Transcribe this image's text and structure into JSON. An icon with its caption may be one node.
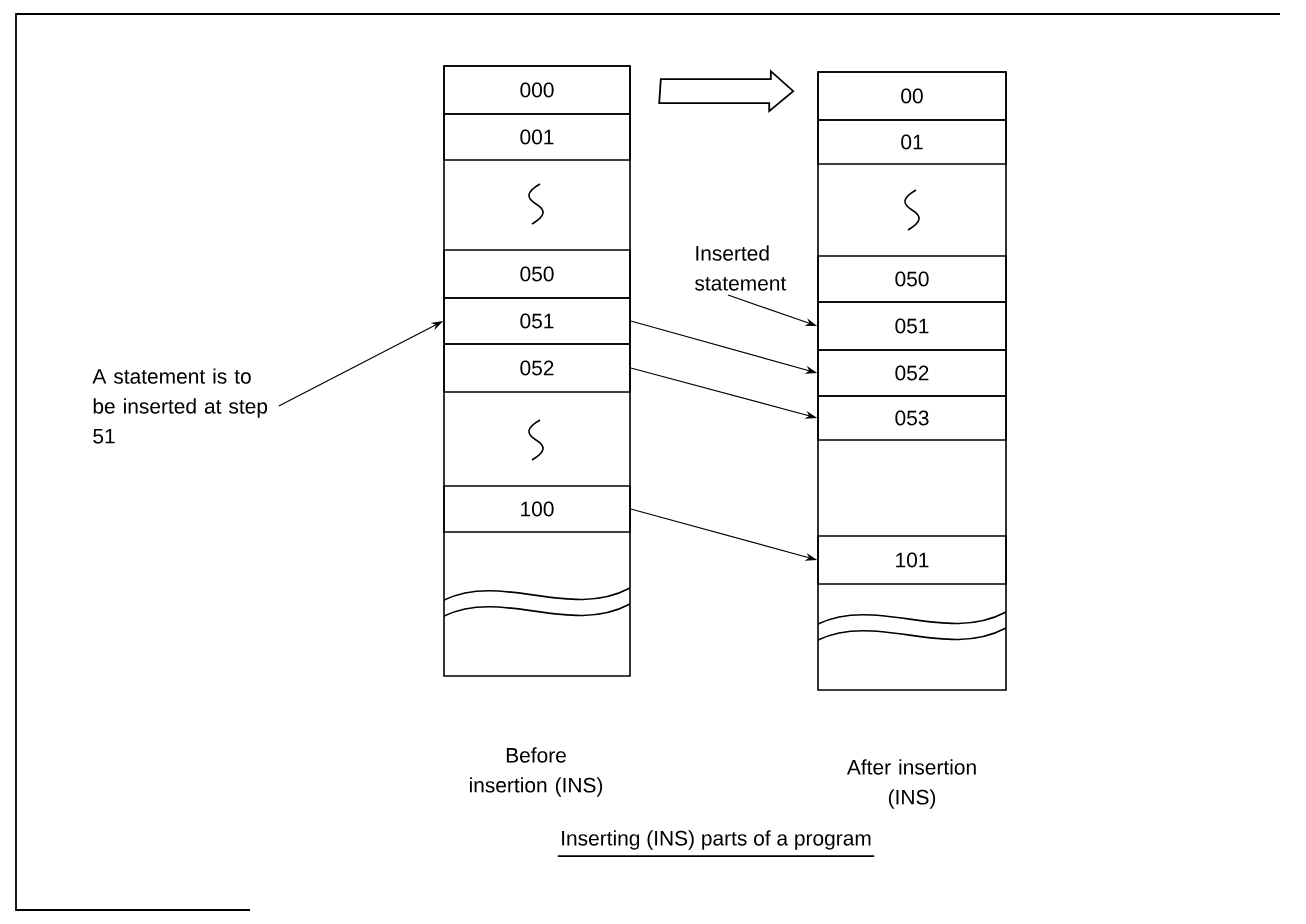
{
  "diagram": {
    "caption": "Inserting (INS) parts of a program",
    "nodes": [
      {
        "text": [],
        "shape": "box",
        "beside": [
          "Before insertion (INS)"
        ]
      },
      {
        "text": [
          "000"
        ],
        "in": 0
      },
      {
        "text": [
          "001"
        ],
        "in": 0
      },
      {
        "text": [
          "050"
        ],
        "in": 0
      },
      {
        "text": [
          "051"
        ],
        "in": 0
      },
      {
        "text": [
          "052"
        ],
        "in": 0
      },
      {
        "text": [
          "100"
        ],
        "in": 0
      },
      {
        "text": [],
        "shape": "box",
        "beside": [
          "After insertion (INS)"
        ]
      },
      {
        "text": [
          "00"
        ],
        "in": 7
      },
      {
        "text": [
          "01"
        ],
        "in": 7
      },
      {
        "text": [
          "050"
        ],
        "in": 7
      },
      {
        "text": [
          "051"
        ],
        "in": 7
      },
      {
        "text": [
          "052"
        ],
        "in": 7
      },
      {
        "text": [
          "053"
        ],
        "in": 7
      },
      {
        "text": [
          "101"
        ],
        "in": 7
      },
      {
        "text": [
          "A statement is to be inserted at step 51"
        ]
      },
      {
        "text": [
          "Inserted statement"
        ]
      }
    ],
    "edges": [
      {
        "from": 0,
        "to": 7,
        "arrow": "to"
      },
      {
        "from": 15,
        "to": 4,
        "arrow": "to"
      },
      {
        "from": 16,
        "to": 11,
        "arrow": "to"
      },
      {
        "from": 4,
        "to": 12,
        "arrow": "to"
      },
      {
        "from": 5,
        "to": 13,
        "arrow": "to"
      },
      {
        "from": 6,
        "to": 14,
        "arrow": "to"
      }
    ]
  }
}
